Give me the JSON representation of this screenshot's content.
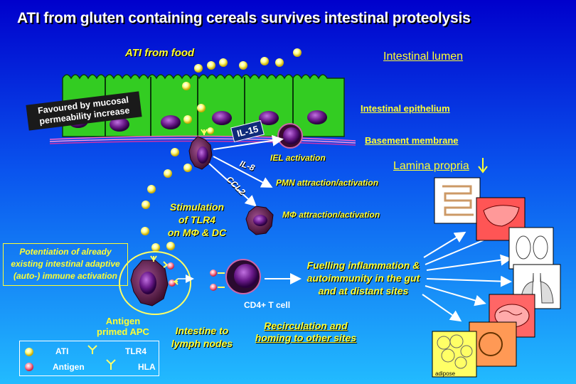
{
  "title": "ATI from gluten containing cereals survives intestinal proteolysis",
  "labels": {
    "ati_from_food": "ATI from food",
    "intestinal_lumen": "Intestinal lumen",
    "intestinal_epithelium": "Intestinal epithelium",
    "basement_membrane": "Basement membrane",
    "lamina_propria": "Lamina propria",
    "favoured": "Favoured by mucosal permeability increase",
    "il15": "IL-15",
    "il8": "IL-8",
    "ccl2": "CCL2",
    "iel_activation": "IEL activation",
    "pmn_activation": "PMN attraction/activation",
    "mphi_activation": "MΦ attraction/activation",
    "stimulation_line1": "Stimulation",
    "stimulation_line2": "of TLR4",
    "stimulation_line3": "on MΦ & DC",
    "potentiation_line1": "Potentiation of already",
    "potentiation_line2": "existing intestinal adaptive",
    "potentiation_line3": "(auto-) immune activation",
    "antigen_apc_line1": "Antigen",
    "antigen_apc_line2": "primed APC",
    "cd4": "CD4+ T cell",
    "intestine_lymph_line1": "Intestine to",
    "intestine_lymph_line2": "lymph nodes",
    "recirculation_line1": "Recirculation and",
    "recirculation_line2": "homing to other sites",
    "fuelling_line1": "Fuelling inflammation &",
    "fuelling_line2": "autoimmunity in the gut",
    "fuelling_line3": "and at distant sites",
    "adipose": "adipose"
  },
  "legend": {
    "ati": "ATI",
    "tlr4": "TLR4",
    "antigen": "Antigen",
    "hla": "HLA"
  },
  "colors": {
    "bg_top": "#0000cc",
    "bg_mid": "#0a55ee",
    "bg_bottom": "#22bbff",
    "epithelium": "#33cc22",
    "nucleus": "#6a1a8a",
    "ati_particle": "#ffff88",
    "text_yellow": "#ffff33"
  }
}
